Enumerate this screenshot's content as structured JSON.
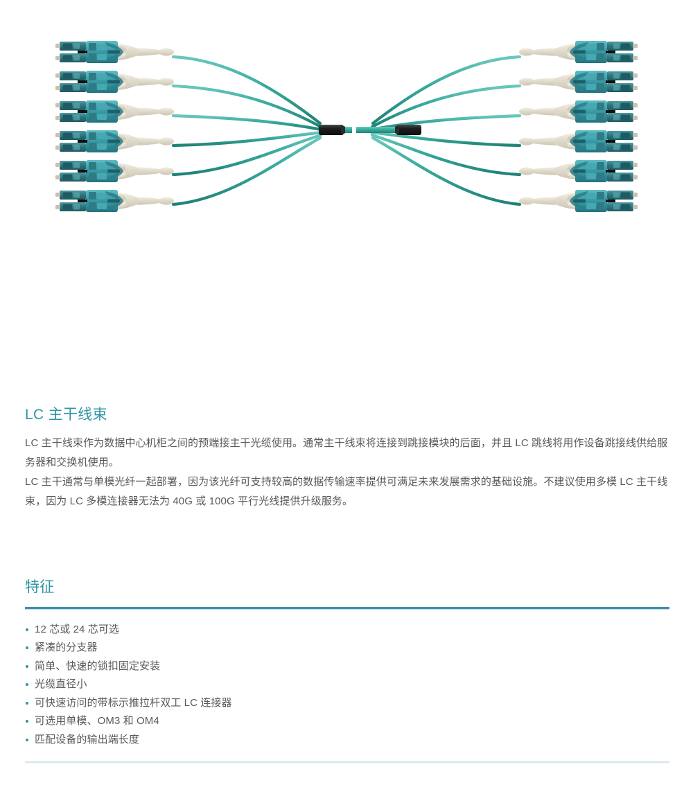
{
  "product_image": {
    "alt_name": "12-fiber LC trunk cable assembly",
    "connector_type": "duplex-lc-connector",
    "connector_count_per_side": 6,
    "sides": [
      "left",
      "right"
    ],
    "colors": {
      "connector_body": "#3fa3ae",
      "connector_body_dark": "#2b7f8a",
      "ferrule_housing": "#2f6f78",
      "boot_beige": "#e3ddcf",
      "fiber_teal": "#2fa193",
      "trunk_teal": "#3aada0",
      "furcation_black": "#1c1c1c"
    }
  },
  "overview": {
    "title": "LC 主干线束",
    "paragraphs": [
      "LC 主干线束作为数据中心机柜之间的预端接主干光缆使用。通常主干线束将连接到跳接模块的后面，并且 LC 跳线将用作设备跳接线供给服务器和交换机使用。",
      "LC 主干通常与单模光纤一起部署，因为该光纤可支持较高的数据传输速率提供可满足未来发展需求的基础设施。不建议使用多模 LC 主干线束，因为 LC 多模连接器无法为 40G 或 100G 平行光线提供升级服务。"
    ]
  },
  "features": {
    "title": "特征",
    "items": [
      "12 芯或 24 芯可选",
      "紧凑的分支器",
      "简单、快速的锁扣固定安装",
      "光缆直径小",
      "可快速访问的带标示推拉杆双工 LC 连接器",
      "可选用单模、OM3 和 OM4",
      "匹配设备的输出端长度"
    ]
  },
  "theme": {
    "accent": "#2e95a6",
    "rule_strong": "#3b93aa",
    "rule_light": "#cfe6ed",
    "text": "#58595b"
  }
}
